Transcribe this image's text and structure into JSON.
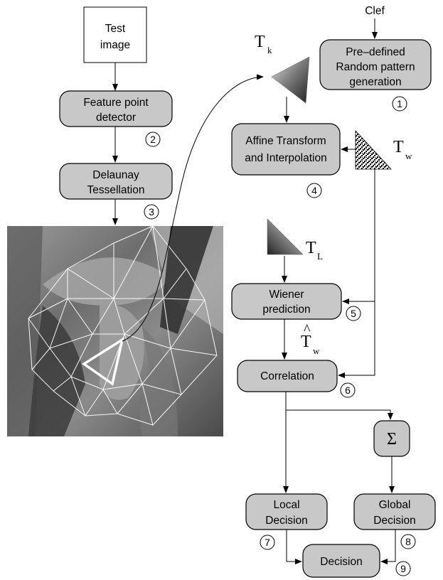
{
  "inputs": {
    "test_image": [
      "Test",
      "image"
    ],
    "clef": "Clef"
  },
  "boxes": {
    "feature_point_detector": [
      "Feature point",
      "detector"
    ],
    "delaunay_tessellation": [
      "Delaunay",
      "Tessellation"
    ],
    "random_pattern_generation": [
      "Pre–defined",
      "Random pattern",
      "generation"
    ],
    "affine_transform": [
      "Affine Transform",
      "and Interpolation"
    ],
    "wiener_prediction": [
      "Wiener",
      "prediction"
    ],
    "correlation": "Correlation",
    "local_decision": [
      "Local",
      "Decision"
    ],
    "global_decision": [
      "Global",
      "Decision"
    ],
    "decision": "Decision",
    "sum": "Σ"
  },
  "symbols": {
    "t_k": {
      "base": "T",
      "sub": "k"
    },
    "t_w": {
      "base": "T",
      "sub": "w"
    },
    "t_l": {
      "base": "T",
      "sub": "L"
    },
    "t_w_hat": {
      "hat": "^",
      "base": "T",
      "sub": "w"
    }
  },
  "step_numbers": {
    "s1": "1",
    "s2": "2",
    "s3": "3",
    "s4": "4",
    "s5": "5",
    "s6": "6",
    "s7": "7",
    "s8": "8",
    "s9": "9"
  },
  "colors": {
    "box_fill": "#c8c8c8",
    "box_stroke": "#000000",
    "line": "#000000"
  }
}
